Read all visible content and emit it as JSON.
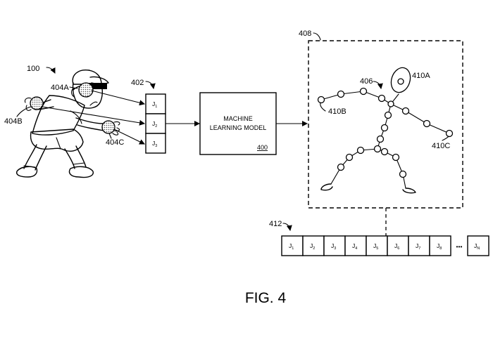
{
  "labels": {
    "ref_100": "100",
    "ref_404a": "404A",
    "ref_404b": "404B",
    "ref_404c": "404C",
    "ref_402": "402",
    "ref_406": "406",
    "ref_408": "408",
    "ref_410a": "410A",
    "ref_410b": "410B",
    "ref_410c": "410C",
    "ref_412": "412"
  },
  "input_joints": [
    "J",
    "J",
    "J"
  ],
  "input_joint_subs": [
    "1",
    "2",
    "3"
  ],
  "model": {
    "line1": "MACHINE",
    "line2": "LEARNING MODEL",
    "ref": "400"
  },
  "sequence": {
    "cells": [
      "J",
      "J",
      "J",
      "J",
      "J",
      "J",
      "J",
      "J"
    ],
    "subs": [
      "1",
      "2",
      "3",
      "4",
      "5",
      "6",
      "7",
      "8"
    ],
    "ellipsis": "•••",
    "last": "J",
    "last_sub": "N"
  },
  "figure_caption": "FIG. 4",
  "icons": [
    "curved-leader-arrow-icon",
    "dotted-marker-icon"
  ],
  "colors": {
    "ink": "#000000",
    "paper": "#ffffff",
    "marker_fill": "#c8c8c8"
  }
}
